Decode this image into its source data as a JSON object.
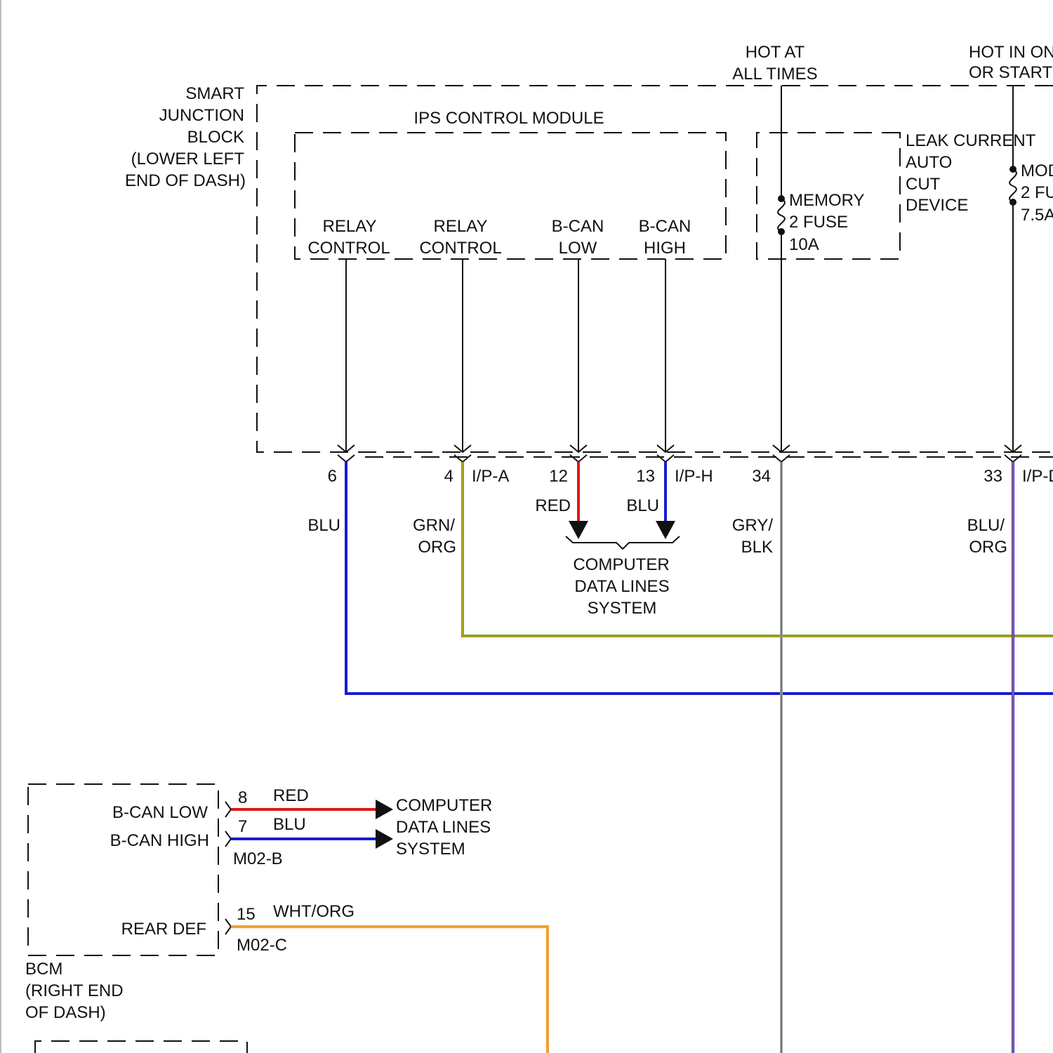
{
  "supplies": {
    "hot_at_all_times": [
      "HOT AT",
      "ALL TIMES"
    ],
    "hot_in_on_or_start": [
      "HOT IN ON",
      "OR START"
    ]
  },
  "sjb": {
    "label": [
      "SMART",
      "JUNCTION",
      "BLOCK",
      "(LOWER LEFT",
      "END OF DASH)"
    ],
    "ips_module": {
      "title": "IPS CONTROL MODULE",
      "terminals": [
        [
          "RELAY",
          "CONTROL"
        ],
        [
          "RELAY",
          "CONTROL"
        ],
        [
          "B-CAN",
          "LOW"
        ],
        [
          "B-CAN",
          "HIGH"
        ]
      ]
    },
    "leak_device": [
      "LEAK CURRENT",
      "AUTO",
      "CUT",
      "DEVICE"
    ],
    "memory_fuse": [
      "MEMORY",
      "2 FUSE",
      "10A"
    ],
    "module_fuse_partial": [
      "MOD",
      "2 FU",
      "7.5A"
    ]
  },
  "sjb_pins": {
    "p6": "6",
    "p4": "4",
    "p12": "12",
    "p13": "13",
    "p34": "34",
    "p33": "33",
    "conn_ipa": "I/P-A",
    "conn_iph": "I/P-H",
    "conn_ipd_partial": "I/P-D"
  },
  "wires": {
    "blu": "BLU",
    "grn_org": [
      "GRN/",
      "ORG"
    ],
    "red": "RED",
    "blu2": "BLU",
    "gry_blk": [
      "GRY/",
      "BLK"
    ],
    "blu_org": [
      "BLU/",
      "ORG"
    ]
  },
  "cdl_top": [
    "COMPUTER",
    "DATA LINES",
    "SYSTEM"
  ],
  "bcm": {
    "label": [
      "BCM",
      "(RIGHT END",
      "OF DASH)"
    ],
    "bcan_low": "B-CAN LOW",
    "bcan_high": "B-CAN HIGH",
    "rear_def": "REAR DEF",
    "pin8": "8",
    "pin7": "7",
    "pin15": "15",
    "wire_red": "RED",
    "wire_blu": "BLU",
    "wire_wht_org": "WHT/ORG",
    "conn_m02b": "M02-B",
    "conn_m02c": "M02-C",
    "cdl": [
      "COMPUTER",
      "DATA LINES",
      "SYSTEM"
    ]
  },
  "colors": {
    "blue": "#1a1ad6",
    "red": "#e01818",
    "green": "#6aa81e",
    "orange": "#f0a030",
    "gray": "#aaaaaa",
    "blue_orange": "#3a2fd0",
    "outline": "#111111"
  }
}
